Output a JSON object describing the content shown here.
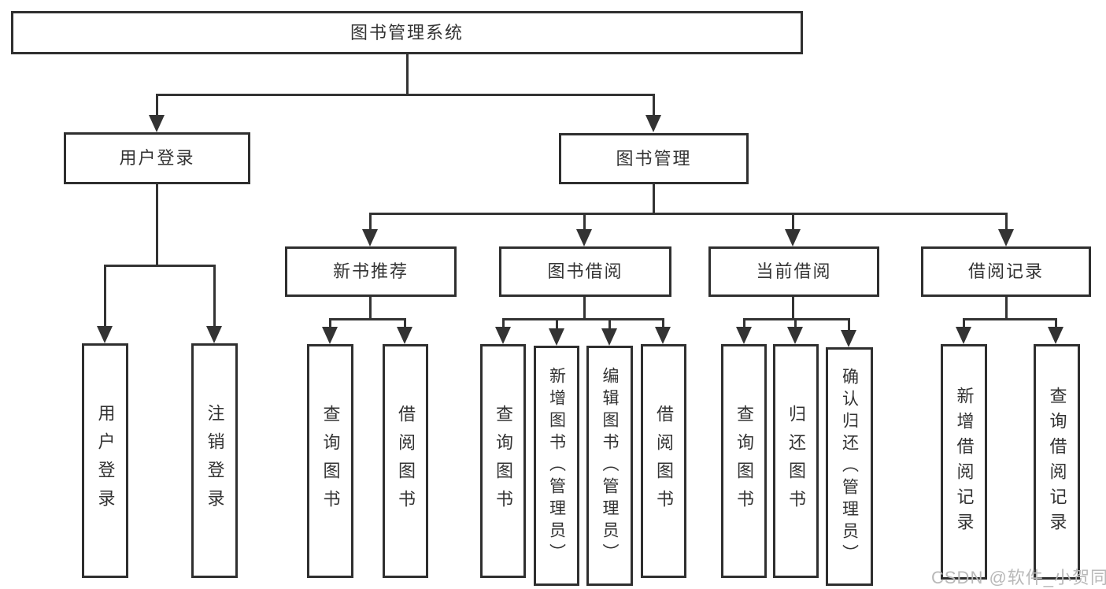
{
  "watermark": {
    "text": "CSDN @软件_小贺同学"
  },
  "colors": {
    "background": "#ffffff",
    "box_border": "#2f2f2f",
    "line": "#333333",
    "text": "#333333",
    "watermark": "#b9b9b9"
  },
  "tree": {
    "label": "图书管理系统",
    "children": [
      {
        "label": "用户登录",
        "children": [
          {
            "label": "用户登录"
          },
          {
            "label": "注销登录"
          }
        ]
      },
      {
        "label": "图书管理",
        "children": [
          {
            "label": "新书推荐",
            "children": [
              {
                "label": "查询图书"
              },
              {
                "label": "借阅图书"
              }
            ]
          },
          {
            "label": "图书借阅",
            "children": [
              {
                "label": "查询图书"
              },
              {
                "label": "新增图书（管理员）"
              },
              {
                "label": "编辑图书（管理员）"
              },
              {
                "label": "借阅图书"
              }
            ]
          },
          {
            "label": "当前借阅",
            "children": [
              {
                "label": "查询图书"
              },
              {
                "label": "归还图书"
              },
              {
                "label": "确认归还（管理员）"
              }
            ]
          },
          {
            "label": "借阅记录",
            "children": [
              {
                "label": "新增借阅记录"
              },
              {
                "label": "查询借阅记录"
              }
            ]
          }
        ]
      }
    ]
  }
}
